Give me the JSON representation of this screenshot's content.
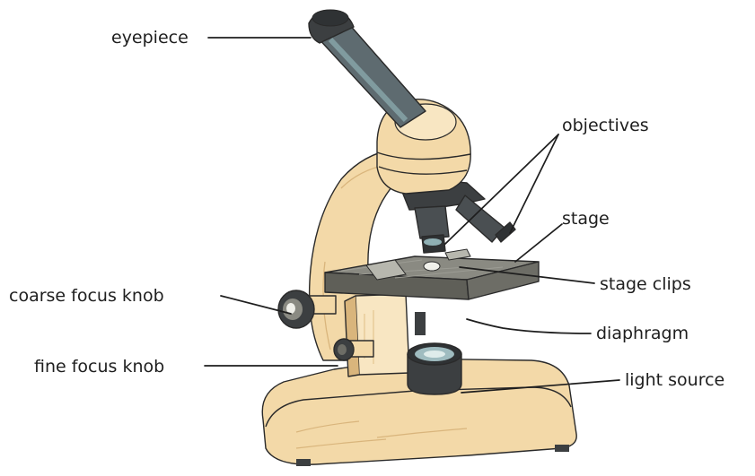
{
  "labels": {
    "eyepiece": "eyepiece",
    "objectives": "objectives",
    "stage": "stage",
    "stage_clips": "stage clips",
    "coarse_focus_knob": "coarse focus knob",
    "diaphragm": "diaphragm",
    "fine_focus_knob": "fine focus knob",
    "light_source": "light source"
  },
  "colors": {
    "cream": "#f3d9a8",
    "cream_light": "#f8e6c2",
    "cream_dark": "#d9b57c",
    "eyepiece_gray": "#5e6b70",
    "eyepiece_teal": "#8fb0b4",
    "stage_gray": "#6d6d66",
    "stage_top": "#8a8a82",
    "metal_dark": "#3c3f41",
    "ink": "#1e1e1e"
  }
}
